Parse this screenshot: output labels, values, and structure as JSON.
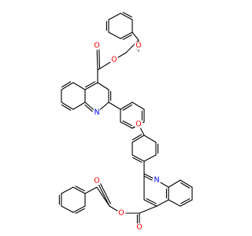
{
  "structure": {
    "colors": {
      "bond": "#000000",
      "carbon": "#000000",
      "oxygen": "#ff0000",
      "nitrogen": "#0000ff",
      "background": "#ffffff"
    },
    "atoms": [
      {
        "id": "O1",
        "element": "O",
        "label": "O"
      },
      {
        "id": "O2",
        "element": "O",
        "label": "O"
      },
      {
        "id": "O3",
        "element": "O",
        "label": "O"
      },
      {
        "id": "N1",
        "element": "N",
        "label": "N"
      },
      {
        "id": "O4",
        "element": "O",
        "label": "O"
      },
      {
        "id": "N2",
        "element": "N",
        "label": "N"
      },
      {
        "id": "O5",
        "element": "O",
        "label": "O"
      },
      {
        "id": "O6",
        "element": "O",
        "label": "O"
      },
      {
        "id": "O7",
        "element": "O",
        "label": "O"
      }
    ]
  }
}
